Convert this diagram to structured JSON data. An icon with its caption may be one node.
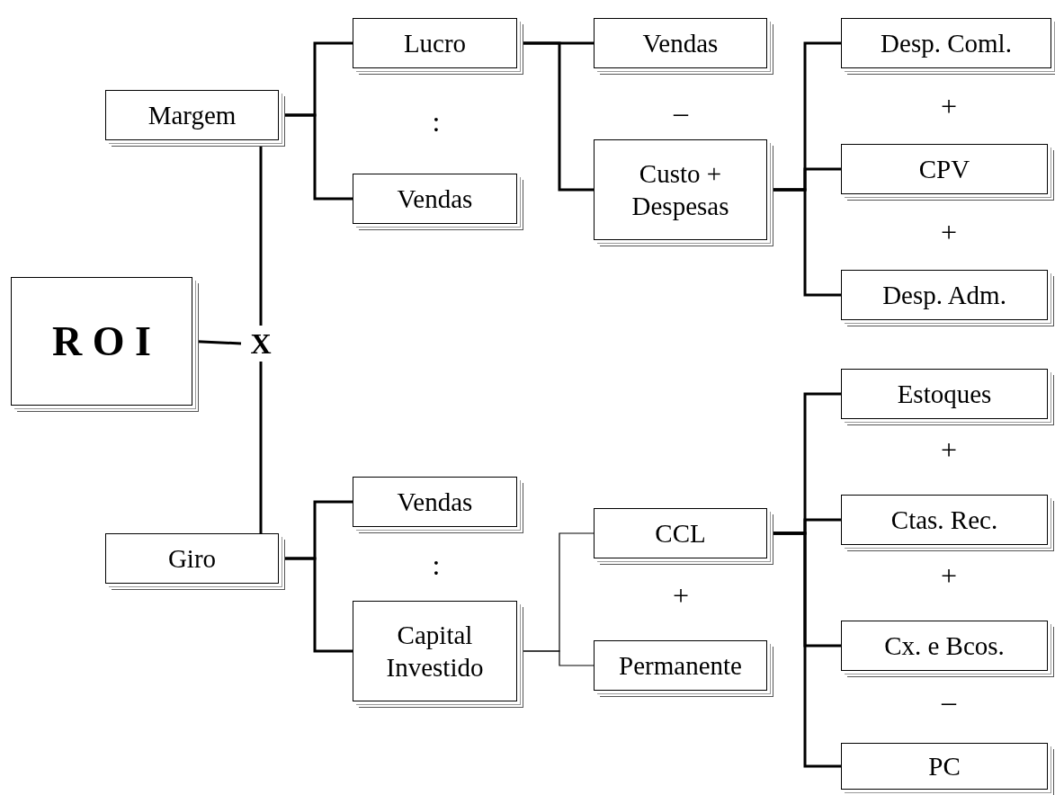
{
  "diagram": {
    "nodes": [
      {
        "text": [
          "R O I"
        ]
      },
      {
        "text": [
          "X"
        ]
      },
      {
        "text": [
          "Margem"
        ]
      },
      {
        "text": [
          "Lucro"
        ]
      },
      {
        "text": [
          "Vendas"
        ]
      },
      {
        "text": [
          "Vendas"
        ]
      },
      {
        "text": [
          "Custo + Despesas"
        ]
      },
      {
        "text": [
          "Desp. Coml."
        ]
      },
      {
        "text": [
          "CPV"
        ]
      },
      {
        "text": [
          "Desp. Adm."
        ]
      },
      {
        "text": [
          "Giro"
        ]
      },
      {
        "text": [
          "Vendas"
        ]
      },
      {
        "text": [
          "Capital Investido"
        ]
      },
      {
        "text": [
          "CCL"
        ]
      },
      {
        "text": [
          "Permanente"
        ]
      },
      {
        "text": [
          "Estoques"
        ]
      },
      {
        "text": [
          "Ctas. Rec."
        ]
      },
      {
        "text": [
          "Cx. e Bcos."
        ]
      },
      {
        "text": [
          "PC"
        ]
      }
    ],
    "edges": [
      {
        "from": 0,
        "to": 1,
        "arrow": "none"
      },
      {
        "from": 1,
        "to": 2,
        "arrow": "none"
      },
      {
        "from": 1,
        "to": 10,
        "arrow": "none"
      },
      {
        "from": 2,
        "to": 3,
        "arrow": "none"
      },
      {
        "from": 2,
        "to": 4,
        "arrow": "none"
      },
      {
        "from": 3,
        "to": 5,
        "arrow": "none"
      },
      {
        "from": 3,
        "to": 6,
        "arrow": "none"
      },
      {
        "from": 6,
        "to": 7,
        "arrow": "none"
      },
      {
        "from": 6,
        "to": 8,
        "arrow": "none"
      },
      {
        "from": 6,
        "to": 9,
        "arrow": "none"
      },
      {
        "from": 10,
        "to": 11,
        "arrow": "none"
      },
      {
        "from": 10,
        "to": 12,
        "arrow": "none"
      },
      {
        "from": 12,
        "to": 13,
        "arrow": "none"
      },
      {
        "from": 12,
        "to": 14,
        "arrow": "none"
      },
      {
        "from": 13,
        "to": 15,
        "arrow": "none"
      },
      {
        "from": 13,
        "to": 16,
        "arrow": "none"
      },
      {
        "from": 13,
        "to": 17,
        "arrow": "none"
      },
      {
        "from": 13,
        "to": 18,
        "arrow": "none"
      }
    ],
    "labels": [
      ":",
      "–",
      "+",
      "+",
      ":",
      "+",
      "+",
      "+",
      "–"
    ]
  }
}
